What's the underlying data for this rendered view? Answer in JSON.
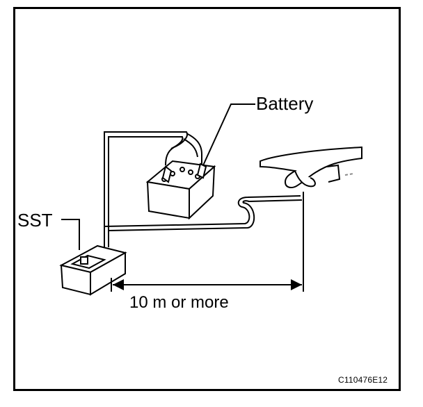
{
  "labels": {
    "battery": "Battery",
    "sst": "SST",
    "distance": "10 m or more",
    "figure_id": "C110476E12"
  },
  "colors": {
    "line": "#000000",
    "fill": "#ffffff",
    "light_outline": "#888888"
  },
  "icons": {
    "battery": "car-battery-icon",
    "sst": "tester-box-icon",
    "hand": "hand-icon"
  }
}
